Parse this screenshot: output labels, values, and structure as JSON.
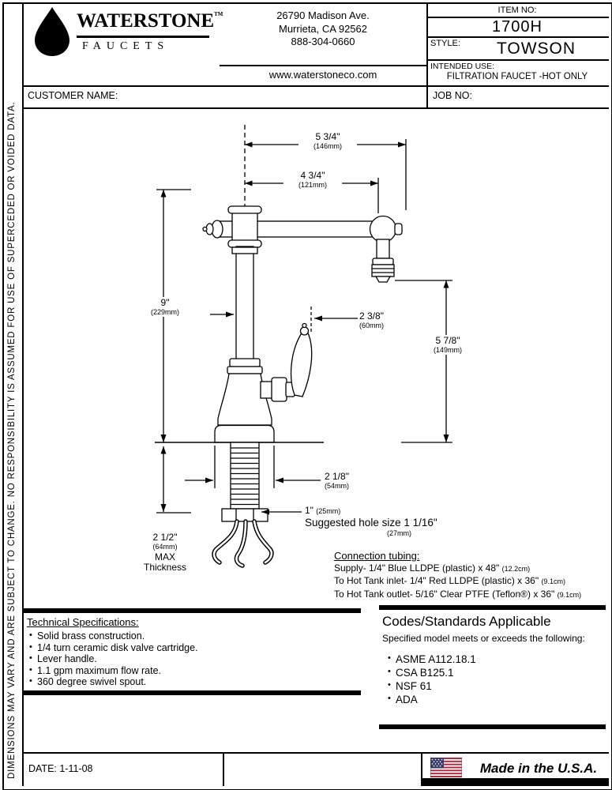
{
  "page": {
    "side_note": "DIMENSIONS MAY VARY AND ARE SUBJECT TO CHANGE. NO RESPONSIBILITY IS ASSUMED FOR USE OF SUPERCEDED OR VOIDED DATA."
  },
  "colors": {
    "ink": "#000000",
    "flag_red": "#B22234",
    "flag_blue": "#3C3B6E"
  },
  "header": {
    "brand": {
      "name": "WATERSTONE",
      "tm": "TM",
      "sub": "FAUCETS"
    },
    "address": {
      "line1": "26790 Madison Ave.",
      "line2": "Murrieta, CA 92562",
      "line3": "888-304-0660"
    },
    "website": "www.waterstoneco.com",
    "item_no_label": "ITEM NO:",
    "item_no": "1700H",
    "style_label": "STYLE:",
    "style": "TOWSON",
    "intended_use_label": "INTENDED USE:",
    "intended_use": "FILTRATION FAUCET -HOT ONLY"
  },
  "info_row": {
    "customer_label": "CUSTOMER NAME:",
    "job_label": "JOB NO:"
  },
  "drawing": {
    "dims": {
      "reach": {
        "v": "5 3/4\"",
        "mm": "(146mm)"
      },
      "reach_inner": {
        "v": "4 3/4\"",
        "mm": "(121mm)"
      },
      "height": {
        "v": "9\"",
        "mm": "(229mm)"
      },
      "handle_offset": {
        "v": "2 3/8\"",
        "mm": "(60mm)"
      },
      "outlet_height": {
        "v": "5 7/8\"",
        "mm": "(149mm)"
      },
      "base_width": {
        "v": "2 1/8\"",
        "mm": "(54mm)"
      },
      "shank_width": {
        "v": "1\"",
        "mm": "(25mm)"
      }
    },
    "hole_note": "Suggested hole size 1 1/16\"",
    "hole_mm": "(27mm)",
    "max_thickness": {
      "v": "2 1/2\"",
      "mm": "(64mm)",
      "l1": "MAX",
      "l2": "Thickness"
    },
    "tubing": {
      "title": "Connection tubing:",
      "l1": "Supply- 1/4\" Blue LLDPE (plastic) x 48\"",
      "l1_cm": "(12.2cm)",
      "l2": "To Hot Tank inlet- 1/4\" Red LLDPE (plastic) x 36\"",
      "l2_cm": "(9.1cm)",
      "l3": "To Hot Tank outlet- 5/16\" Clear PTFE (Teflon®) x 36\"",
      "l3_cm": "(9.1cm)"
    }
  },
  "tech_specs": {
    "title": "Technical Specifications:",
    "items": [
      "Solid brass construction.",
      "1/4 turn ceramic disk valve cartridge.",
      "Lever handle.",
      "1.1 gpm maximum flow rate.",
      "360 degree swivel spout."
    ]
  },
  "codes": {
    "title": "Codes/Standards Applicable",
    "subtitle": "Specified model meets or exceeds the following:",
    "items": [
      "ASME A112.18.1",
      "CSA B125.1",
      "NSF 61",
      "ADA"
    ]
  },
  "footer": {
    "date": "DATE: 1-11-08",
    "made_in": "Made in the U.S.A."
  }
}
